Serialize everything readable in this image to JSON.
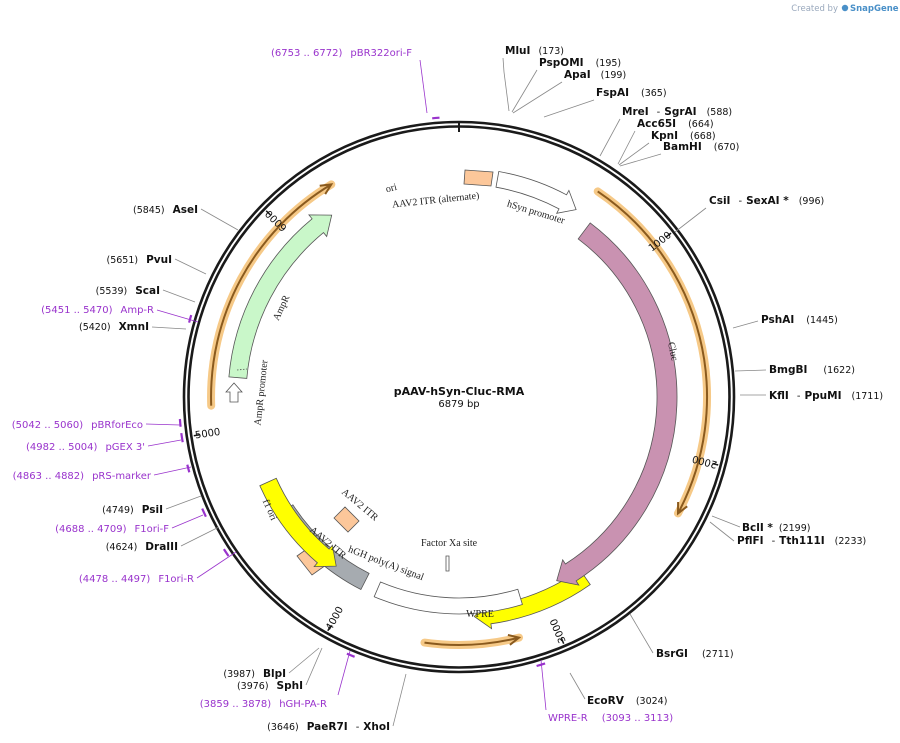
{
  "watermark": {
    "created_by": "Created by",
    "brand": "SnapGene"
  },
  "plasmid": {
    "name": "pAAV-hSyn-Cluc-RMA",
    "size": "6879 bp"
  },
  "ticks": [
    "1000",
    "2000",
    "3000",
    "4000",
    "5000",
    "6000"
  ],
  "enzymes": {
    "MluI": {
      "name": "MluI",
      "pos": "(173)"
    },
    "PspOMI": {
      "name": "PspOMI",
      "pos": "(195)"
    },
    "ApaI": {
      "name": "ApaI",
      "pos": "(199)"
    },
    "FspAI": {
      "name": "FspAI",
      "pos": "(365)"
    },
    "MreI": {
      "name": "MreI",
      "sep": "-",
      "name2": "SgrAI",
      "pos": "(588)"
    },
    "Acc65I": {
      "name": "Acc65I",
      "pos": "(664)"
    },
    "KpnI": {
      "name": "KpnI",
      "pos": "(668)"
    },
    "BamHI": {
      "name": "BamHI",
      "pos": "(670)"
    },
    "CsiI": {
      "name": "CsiI",
      "sep": "-",
      "name2": "SexAI *",
      "pos": "(996)"
    },
    "PshAI": {
      "name": "PshAI",
      "pos": "(1445)"
    },
    "BmgBI": {
      "name": "BmgBI",
      "pos": "(1622)"
    },
    "KflI": {
      "name": "KflI",
      "sep": "-",
      "name2": "PpuMI",
      "pos": "(1711)"
    },
    "BclI": {
      "name": "BclI *",
      "pos": "(2199)"
    },
    "PflFI": {
      "name": "PflFI",
      "sep": "-",
      "name2": "Tth111I",
      "pos": "(2233)"
    },
    "BsrGI": {
      "name": "BsrGI",
      "pos": "(2711)"
    },
    "EcoRV": {
      "name": "EcoRV",
      "pos": "(3024)"
    },
    "PaeR7I": {
      "name": "PaeR7I",
      "sep": "-",
      "name2": "XhoI",
      "pos": "(3646)"
    },
    "SphI": {
      "name": "SphI",
      "pos": "(3976)"
    },
    "BlpI": {
      "name": "BlpI",
      "pos": "(3987)"
    },
    "DraIII": {
      "name": "DraIII",
      "pos": "(4624)"
    },
    "PsiI": {
      "name": "PsiI",
      "pos": "(4749)"
    },
    "XmnI": {
      "name": "XmnI",
      "pos": "(5420)"
    },
    "ScaI": {
      "name": "ScaI",
      "pos": "(5539)"
    },
    "PvuI": {
      "name": "PvuI",
      "pos": "(5651)"
    },
    "AseI": {
      "name": "AseI",
      "pos": "(5845)"
    }
  },
  "primers": {
    "pBR322ori": {
      "name": "pBR322ori-F",
      "range": "(6753 .. 6772)"
    },
    "WPRE": {
      "name": "WPRE-R",
      "range": "(3093 .. 3113)"
    },
    "hGHPA": {
      "name": "hGH-PA-R",
      "range": "(3859 .. 3878)"
    },
    "F1oriR": {
      "name": "F1ori-R",
      "range": "(4478 .. 4497)"
    },
    "F1oriF": {
      "name": "F1ori-F",
      "range": "(4688 .. 4709)"
    },
    "pRS": {
      "name": "pRS-marker",
      "range": "(4863 .. 4882)"
    },
    "pGEX": {
      "name": "pGEX 3'",
      "range": "(4982 .. 5004)"
    },
    "pBRforEco": {
      "name": "pBRforEco",
      "range": "(5042 .. 5060)"
    },
    "AmpR": {
      "name": "Amp-R",
      "range": "(5451 .. 5470)"
    }
  },
  "features": {
    "ori": "ori",
    "itr_alt": "AAV2 ITR (alternate)",
    "hsyn": "hSyn promoter",
    "cluc": "Cluc",
    "wpre": "WPRE",
    "factor_xa": "Factor Xa site",
    "hgh": "hGH poly(A) signal",
    "itr1": "AAV2 ITR",
    "itr2": "AAV2 ITR",
    "f1": "f1 ori",
    "ampr": "AmpR",
    "ampr_prom": "AmpR promoter"
  },
  "colors": {
    "backbone": "#1a1a1a",
    "primer": "#9933cc",
    "ori": "#ffff00",
    "itr": "#fcc79a",
    "cluc": "#c992b1",
    "ampr": "#c9f7c9",
    "polyA": "#a6abb0",
    "orf_halo": "#f6c987",
    "orf_line": "#8a5a1e"
  }
}
